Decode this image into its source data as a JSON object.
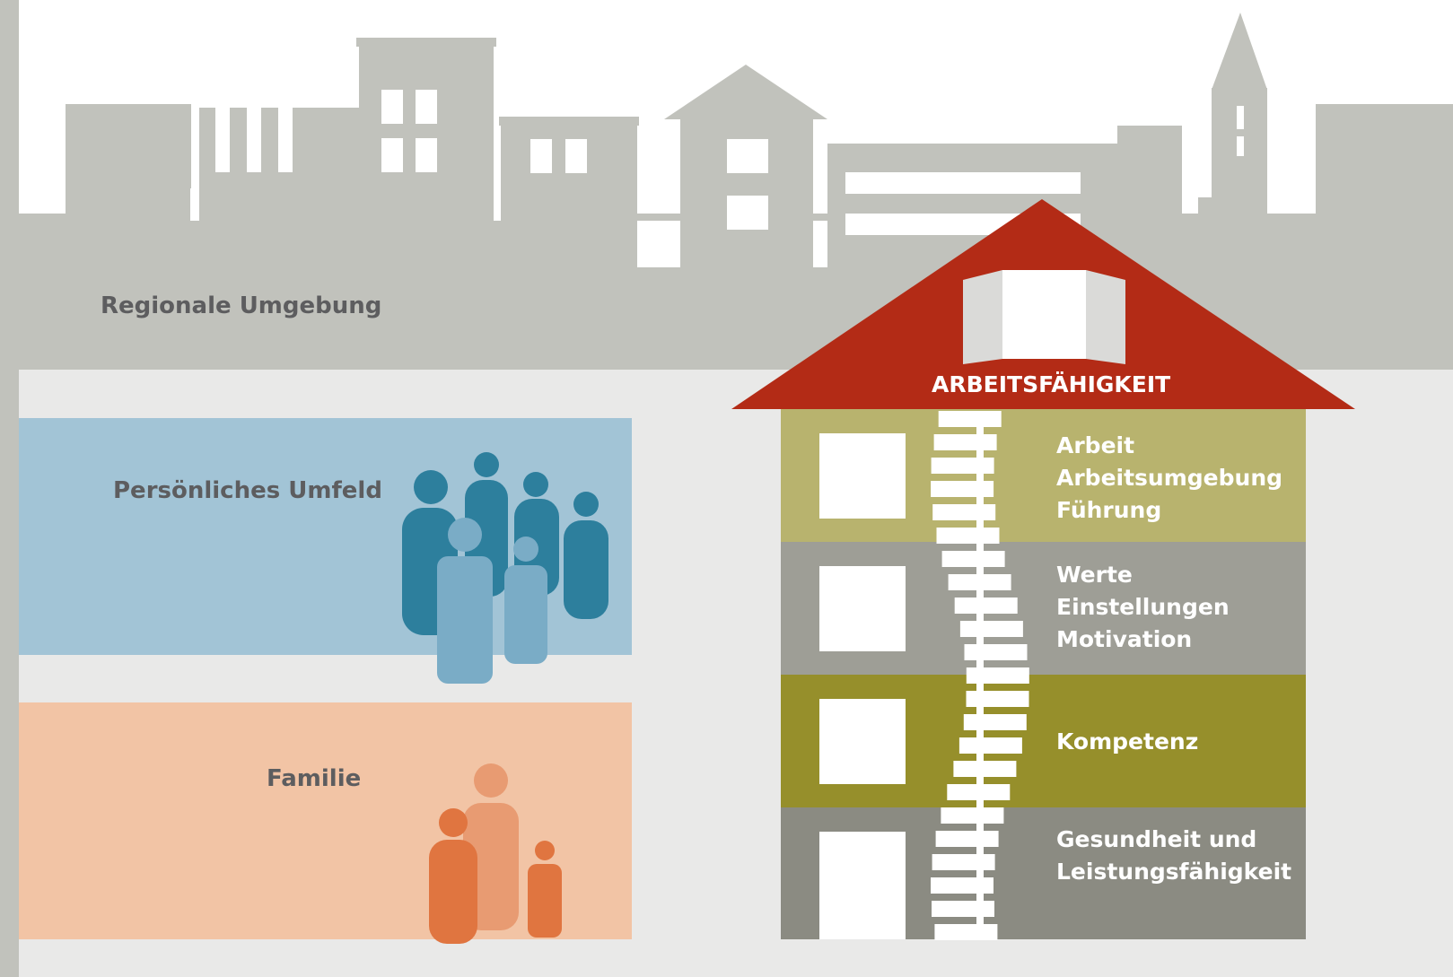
{
  "colors": {
    "city_gray": "#c1c2bc",
    "background_light": "#e9e9e8",
    "personal_blue": "#a2c4d6",
    "family_peach": "#f2c4a5",
    "roof_red": "#b32b16",
    "floor_work": "#b8b36e",
    "floor_values": "#9e9e96",
    "floor_competence": "#968f2b",
    "floor_health": "#8b8b82",
    "people_dark_blue": "#2d7f9d",
    "people_light_blue": "#7aacc6",
    "family_orange": "#e07540",
    "family_light_orange": "#e89b72"
  },
  "labels": {
    "regional": "Regionale Umgebung",
    "personal": "Persönliches Umfeld",
    "family": "Familie"
  },
  "house": {
    "title": "ARBEITSFÄHIGKEIT",
    "floors": [
      {
        "lines": [
          "Arbeit",
          "Arbeitsumgebung",
          "Führung"
        ]
      },
      {
        "lines": [
          "Werte",
          "Einstellungen",
          "Motivation"
        ]
      },
      {
        "lines": [
          "Kompetenz"
        ]
      },
      {
        "lines": [
          "Gesundheit und",
          "Leistungsfähigkeit"
        ]
      }
    ]
  },
  "icons": {
    "city": "city-skyline-icon",
    "group": "people-group-icon",
    "family": "family-icon",
    "house": "house-icon",
    "stairs": "staircase-icon"
  }
}
